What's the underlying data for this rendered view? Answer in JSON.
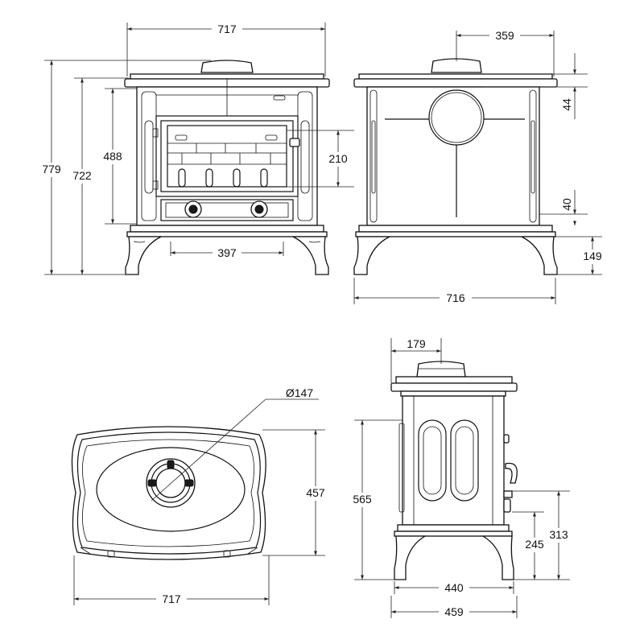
{
  "views": {
    "front": {
      "width": "717",
      "overall_height": "779",
      "body_height": "722",
      "firebox_height": "488",
      "door_window": "210",
      "leg_span": "397"
    },
    "rear": {
      "flue_offset": "359",
      "top_offset": "44",
      "flue_bottom": "40",
      "leg_height": "149",
      "width": "716"
    },
    "top": {
      "flue_diameter": "Ø147",
      "depth": "457",
      "width": "717"
    },
    "side": {
      "flue_depth": "179",
      "body_height": "565",
      "outlet_height": "245",
      "outlet_top": "313",
      "base_depth": "440",
      "overall_depth": "459"
    }
  }
}
